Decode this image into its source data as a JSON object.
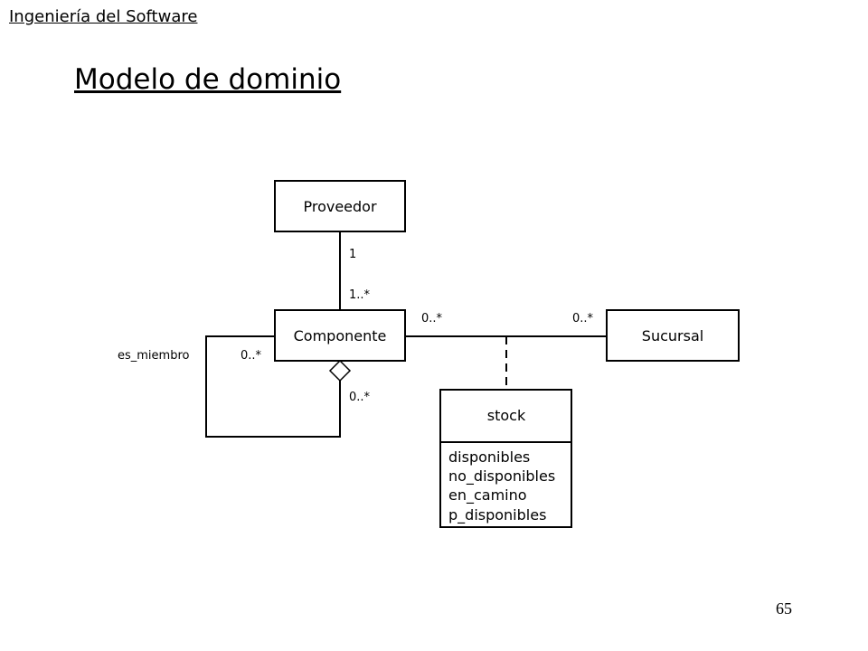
{
  "header": {
    "course": "Ingeniería del Software"
  },
  "slide": {
    "title": "Modelo de dominio",
    "page_number": "65"
  },
  "diagram": {
    "classes": {
      "proveedor": "Proveedor",
      "componente": "Componente",
      "sucursal": "Sucursal",
      "stock": {
        "name": "stock",
        "attributes": [
          "disponibles",
          "no_disponibles",
          "en_camino",
          "p_disponibles"
        ]
      }
    },
    "multiplicities": {
      "proveedor_end": "1",
      "componente_proveedor_end": "1..*",
      "componente_sucursal_end": "0..*",
      "sucursal_end": "0..*",
      "self_member_end": "0..*",
      "self_aggregate_end": "0..*"
    },
    "roles": {
      "self_member": "es_miembro"
    }
  }
}
